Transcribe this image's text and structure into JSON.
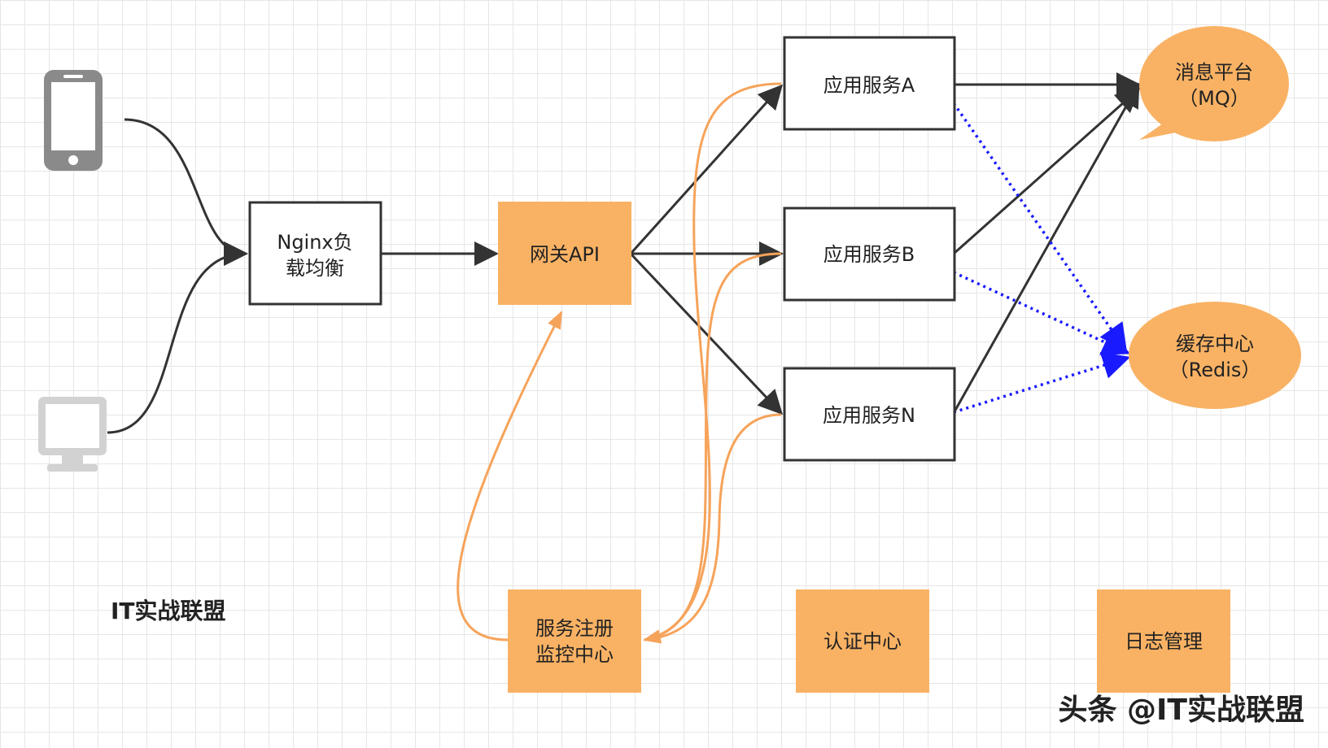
{
  "nodes": {
    "nginx": {
      "line1": "Nginx负",
      "line2": "载均衡"
    },
    "gateway": {
      "label": "网关API"
    },
    "service_a": {
      "label": "应用服务A"
    },
    "service_b": {
      "label": "应用服务B"
    },
    "service_n": {
      "label": "应用服务N"
    },
    "mq": {
      "line1": "消息平台",
      "line2": "（MQ）"
    },
    "redis": {
      "line1": "缓存中心",
      "line2": "（Redis）"
    },
    "registry": {
      "line1": "服务注册",
      "line2": "监控中心"
    },
    "auth": {
      "label": "认证中心"
    },
    "log": {
      "label": "日志管理"
    }
  },
  "brand": {
    "label": "IT实战联盟"
  },
  "watermark": {
    "label": "头条 @IT实战联盟"
  },
  "icons": {
    "client_1": "phone-icon",
    "client_2": "monitor-icon"
  },
  "colors": {
    "orange": "#f9b264",
    "orange_line": "#f6a35a",
    "dark_line": "#333333",
    "dotted_blue": "#2222ff"
  }
}
